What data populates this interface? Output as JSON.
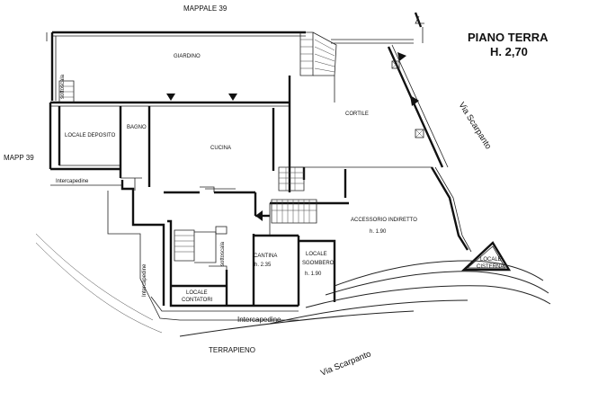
{
  "header": {
    "floor_name": "PIANO TERRA",
    "floor_height": "H. 2,70"
  },
  "boundaries": {
    "mappale_top": "MAPPALE 39",
    "mapp_left": "MAPP 39",
    "street_right": "Via Scarpanto",
    "street_bottom": "Via Scarpanto",
    "terrapieno": "TERRAPIENO"
  },
  "rooms": {
    "giardino": "GIARDINO",
    "cortile": "CORTILE",
    "locale_deposito": "LOCALE DEPOSITO",
    "bagno": "BAGNO",
    "cucina": "CUCINA",
    "accessorio_name": "ACCESSORIO INDIRETTO",
    "accessorio_height": "h. 1.90",
    "cantina_name": "CANTINA",
    "cantina_height": "h. 2.35",
    "sgombero_line1": "LOCALE",
    "sgombero_line2": "SGOMBERO",
    "sgombero_height": "h. 1.90",
    "contatori_line1": "LOCALE",
    "contatori_line2": "CONTATORI",
    "cisterna_line1": "LOCALE",
    "cisterna_line2": "CISTERNA"
  },
  "annotations": {
    "sottoscala_top": "sottoscala",
    "sottoscala_stair": "sottoscala",
    "intercapedine_left": "Intercapedine",
    "intercapedine_vertical": "Intercapedine",
    "intercapedine_bottom": "Intercapedine"
  }
}
